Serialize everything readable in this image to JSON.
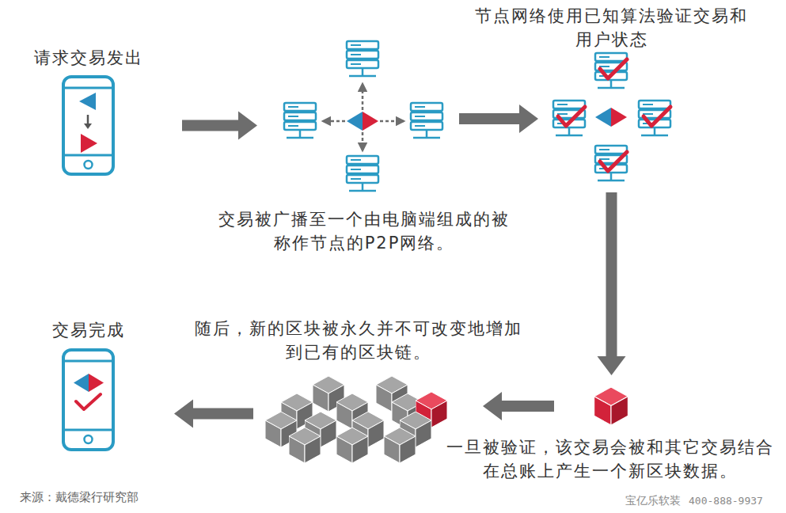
{
  "diagram": {
    "nodes": [
      {
        "text": [
          "请求交易发出"
        ]
      },
      {
        "text": [
          "交易被广播至一个由电脑端组成的被称作节点的P2P网络。"
        ]
      },
      {
        "text": [
          "节点网络使用已知算法验证交易和用户状态"
        ]
      },
      {
        "text": [
          "一旦被验证，该交易会被和其它交易结合在总账上产生一个新区块数据。"
        ]
      },
      {
        "text": [
          "随后，新的区块被永久并不可改变地增加到已有的区块链。"
        ]
      },
      {
        "text": [
          "交易完成"
        ]
      }
    ],
    "edges": [
      {
        "from": 0,
        "to": 1,
        "arrow": "to"
      },
      {
        "from": 1,
        "to": 2,
        "arrow": "to"
      },
      {
        "from": 2,
        "to": 3,
        "arrow": "to"
      },
      {
        "from": 3,
        "to": 4,
        "arrow": "to"
      },
      {
        "from": 4,
        "to": 5,
        "arrow": "to"
      }
    ],
    "labels": [
      "来源：戴德梁行研究部",
      "宝亿乐软装",
      "400-888-9937"
    ]
  }
}
